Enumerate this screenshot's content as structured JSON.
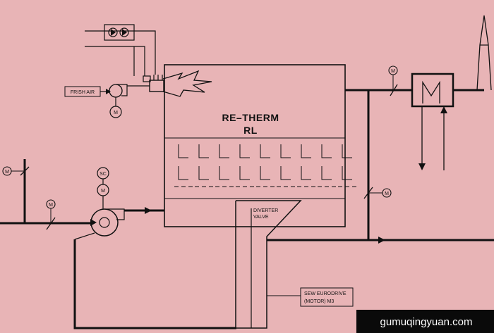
{
  "process_unit": {
    "title": "RE–THERM",
    "subtitle": "RL"
  },
  "labels": {
    "fresh_air": "FRISH AIR",
    "diverter_line1": "DIVERTER",
    "diverter_line2": "VALVE",
    "drive_line1": "SEW EURODRIVE",
    "drive_line2": "(MOTOR) M3"
  },
  "symbols": {
    "motor": "M",
    "speed_controller": "SC"
  },
  "watermark": "gumuqingyuan.com",
  "colors": {
    "background": "#e8b4b6",
    "line": "#111111",
    "watermark_bg": "#0a0a0a",
    "watermark_text": "#ffffff"
  }
}
